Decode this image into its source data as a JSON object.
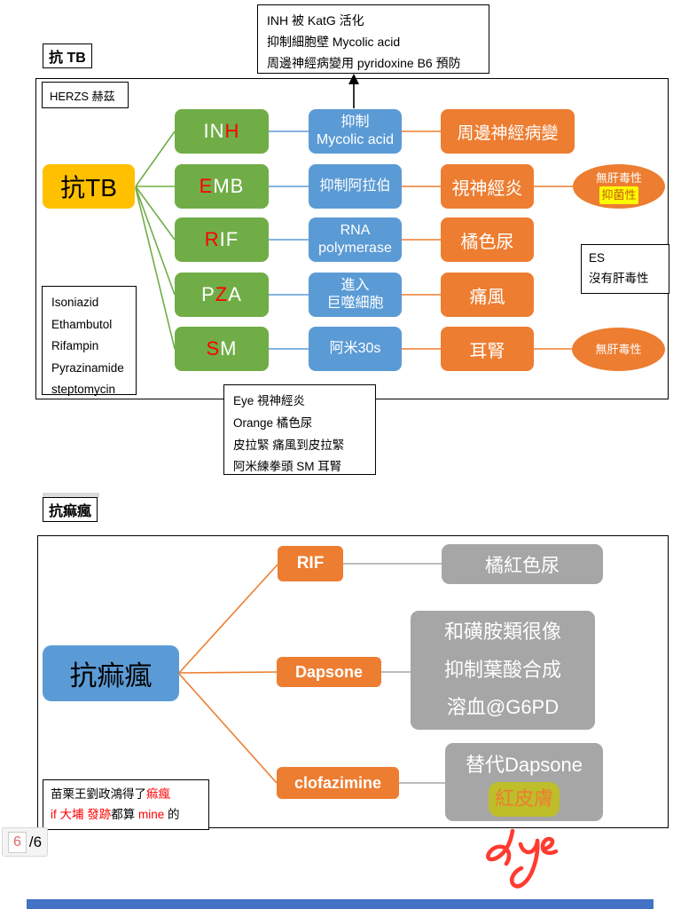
{
  "callout": {
    "lines": [
      "INH 被 KatG 活化",
      "抑制細胞壁 Mycolic acid",
      "周邊神經病變用 pyridoxine B6 預防"
    ]
  },
  "tb": {
    "title": "抗 TB",
    "herzs": "HERZS 赫茲",
    "root": "抗TB",
    "rows": [
      {
        "name": [
          {
            "text": "IN"
          },
          {
            "text": "H"
          }
        ],
        "mech": [
          "抑制",
          "Mycolic acid"
        ],
        "effect": "周邊神經病變"
      },
      {
        "name": [
          {
            "text": "E"
          },
          {
            "text": "MB"
          }
        ],
        "mech": [
          "抑制阿拉伯"
        ],
        "effect": "視神經炎"
      },
      {
        "name": [
          {
            "text": "R"
          },
          {
            "text": "IF"
          }
        ],
        "mech": [
          "RNA",
          "polymerase"
        ],
        "effect": "橘色尿"
      },
      {
        "name": [
          {
            "text": "P"
          },
          {
            "text": "Z"
          },
          {
            "text": "A"
          }
        ],
        "mech": [
          "進入",
          "巨噬細胞"
        ],
        "effect": "痛風"
      },
      {
        "name": [
          {
            "text": "S"
          },
          {
            "text": "M"
          }
        ],
        "mech": [
          "阿米30s"
        ],
        "effect": "耳腎"
      }
    ],
    "full_names": [
      "Isoniazid",
      "Ethambutol",
      "Rifampin",
      "Pyrazinamide",
      "steptomycin"
    ],
    "ellipse_emb": {
      "line1": "無肝毒性",
      "highlight": "抑菌性"
    },
    "ellipse_sm": "無肝毒性",
    "es_box": {
      "line1": "ES",
      "line2": "沒有肝毒性"
    },
    "mnemonic": [
      "Eye  視神經炎",
      "Orange  橘色尿",
      "皮拉緊  痛風到皮拉緊",
      "阿米練拳頭 SM 耳腎"
    ]
  },
  "lep": {
    "title": "抗痲瘋",
    "root": "抗痲瘋",
    "rif": "RIF",
    "rif_note": "橘紅色尿",
    "dapsone": "Dapsone",
    "dapsone_notes": [
      "和磺胺類很像",
      "抑制葉酸合成",
      "溶血@G6PD"
    ],
    "clofazimine": "clofazimine",
    "clo_note": "替代Dapsone",
    "clo_highlight": "紅皮膚",
    "mnemonic": {
      "l1": [
        {
          "text": "苗栗王劉政鴻得了"
        },
        {
          "text": "痲瘋"
        }
      ],
      "l2": [
        {
          "text": "if 大埔  發跡"
        },
        {
          "text": "都算 "
        },
        {
          "text": "mine"
        },
        {
          "text": " 的"
        }
      ]
    }
  },
  "footer": {
    "page_current": "6",
    "page_total": "/6"
  },
  "annotation": {
    "text": "dye"
  },
  "colors": {
    "green": "#70AD47",
    "blue": "#5B9BD5",
    "orange": "#ED7D31",
    "yellow": "#FFC000",
    "gray": "#A6A6A6",
    "red": "#FF0000",
    "hl_yellow": "#FFFF00",
    "hl_yellow_text": "#C55A11",
    "hl_olive": "#BDBE29",
    "hl_olive_text": "#ED7D31",
    "bar_blue": "#4472C4",
    "annotation_red": "#FF3B30",
    "page_num_red": "#E06666"
  }
}
